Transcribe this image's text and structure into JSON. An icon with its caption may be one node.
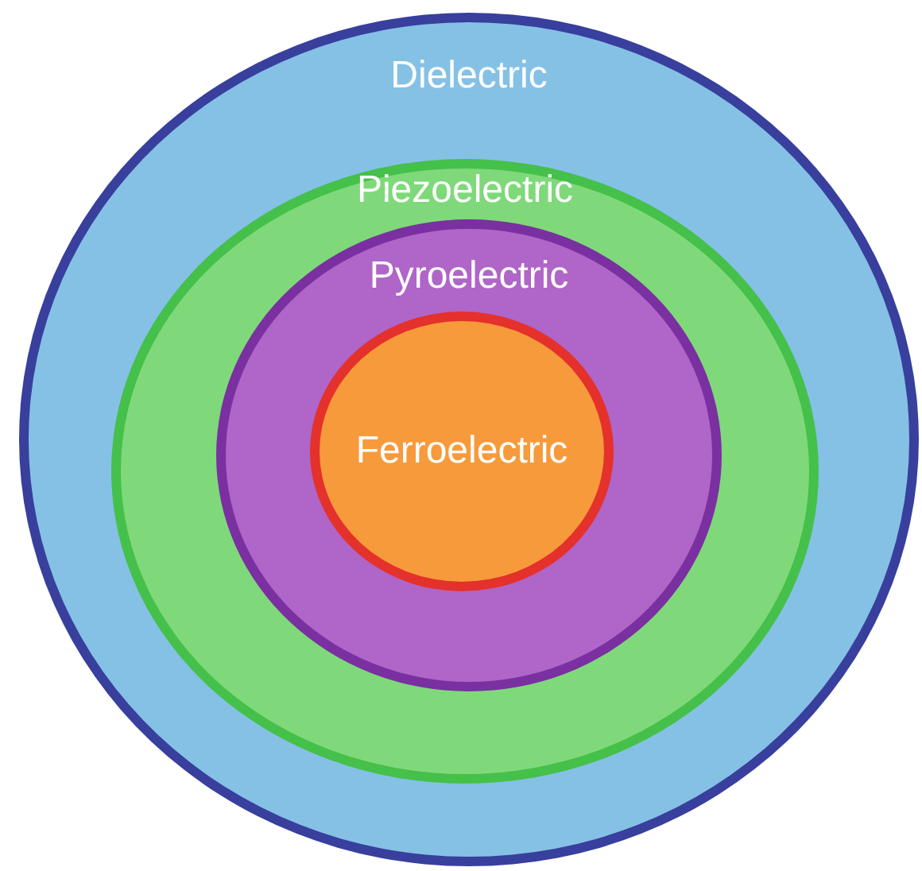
{
  "diagram": {
    "nodes": [
      {
        "text": [
          "Dielectric"
        ]
      },
      {
        "text": [
          "Piezoelectric"
        ],
        "in": 0
      },
      {
        "text": [
          "Pyroelectric"
        ],
        "in": 1
      },
      {
        "text": [
          "Ferroelectric"
        ],
        "in": 2
      }
    ]
  }
}
